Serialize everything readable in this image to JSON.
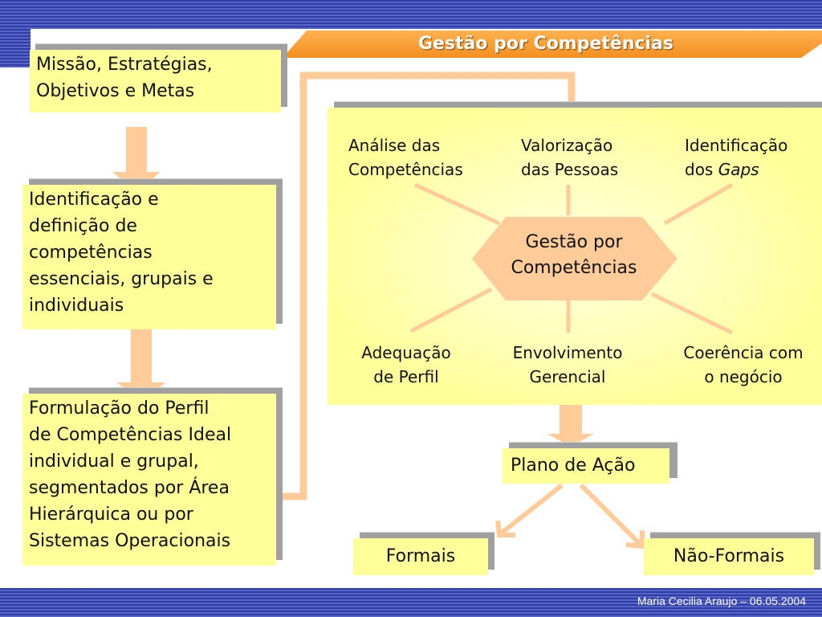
{
  "title": "Gestão por Competências",
  "left_boxes": [
    {
      "lines": [
        "Missão, Estratégias,",
        "Objetivos e Metas"
      ]
    },
    {
      "lines": [
        "Identificação e",
        "definição de",
        "competências",
        "essenciais, grupais e",
        "individuais"
      ]
    },
    {
      "lines": [
        "Formulação do Perfil",
        "de Competências Ideal",
        "individual e grupal,",
        "segmentados por Área",
        "Hierárquica ou por",
        "Sistemas Operacionais"
      ]
    }
  ],
  "panel": {
    "center": [
      "Gestão por",
      "Competências"
    ],
    "top_left": [
      "Análise das",
      "Competências"
    ],
    "top_middle": [
      "Valorização",
      "das Pessoas"
    ],
    "top_right_line1": "Identificação",
    "top_right_line2_prefix": "dos ",
    "top_right_line2_italic": "Gaps",
    "bottom_left": [
      "Adequação",
      "de Perfil"
    ],
    "bottom_middle": [
      "Envolvimento",
      "Gerencial"
    ],
    "bottom_right": [
      "Coerência com",
      "o negócio"
    ]
  },
  "plano": "Plano de Ação",
  "formais": "Formais",
  "nao_formais": "Não-Formais",
  "footer": "Maria Cecilia Araujo – 06.05.2004",
  "colors": {
    "box_fill": "#ffff99",
    "arrow": "#ffcc99",
    "banner": "#f39020",
    "stripes": "#2f3da8"
  }
}
